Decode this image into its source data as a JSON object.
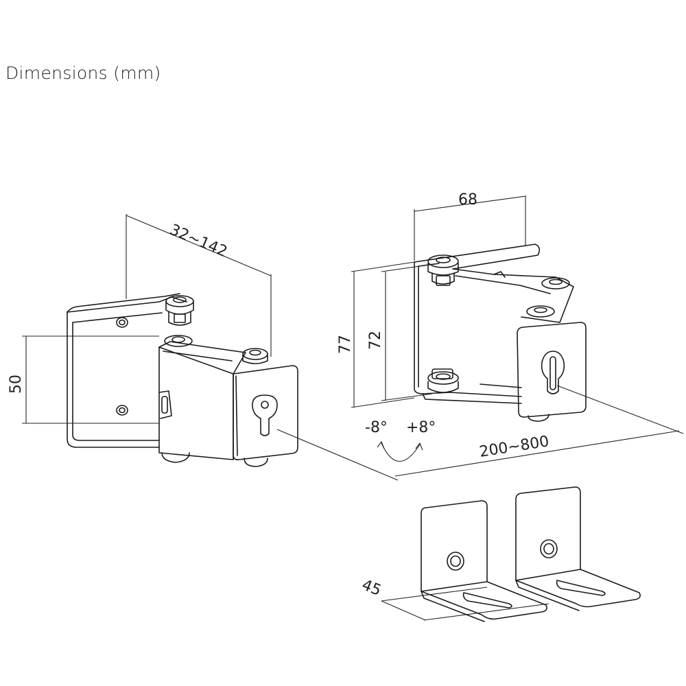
{
  "title": "Dimensions (mm)",
  "dimensions": {
    "arm_extension": "32~142",
    "left_bracket_height": "50",
    "right_top_width": "68",
    "outer_height": "77",
    "inner_height": "72",
    "tilt_down": "-8°",
    "tilt_up": "+8°",
    "span": "200~800",
    "foot_depth": "45"
  },
  "colors": {
    "line": "#1a1a1a",
    "dim": "#222222",
    "background": "#ffffff"
  }
}
